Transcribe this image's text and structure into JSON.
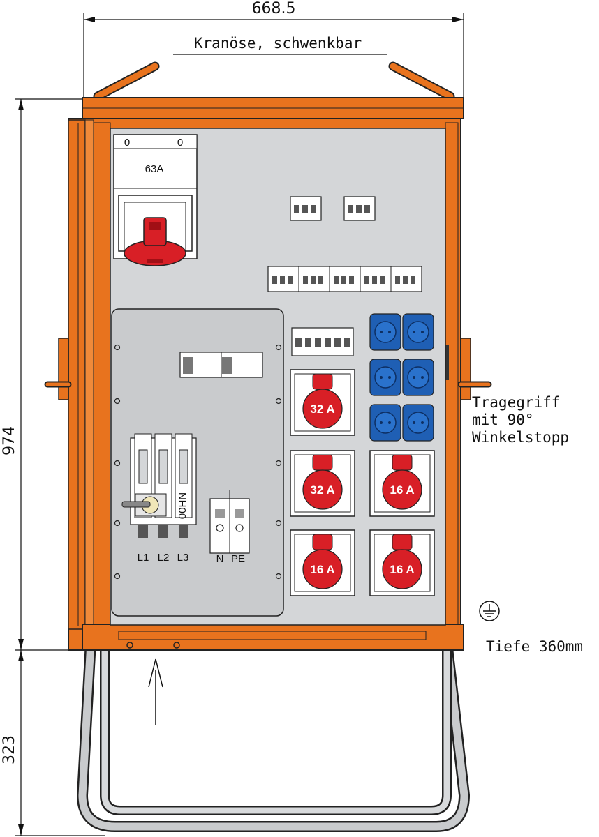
{
  "dimensions": {
    "width": "668.5",
    "height": "974",
    "stand_height": "323"
  },
  "annotations": {
    "crane_eye": "Kranöse, schwenkbar",
    "handle_line1": "Tragegriff",
    "handle_line2": "mit 90°",
    "handle_line3": "Winkelstopp",
    "depth": "Tiefe 360mm"
  },
  "main_switch": {
    "left_zero": "0",
    "right_zero": "0",
    "rating": "63A"
  },
  "fuse_block": {
    "type": "NH00",
    "phase_labels": [
      "L1",
      "L2",
      "L3"
    ],
    "neutral_label": "N",
    "pe_label": "PE"
  },
  "cee_sockets": [
    {
      "rating": "32 A"
    },
    {
      "rating": "32 A"
    },
    {
      "rating": "16 A"
    },
    {
      "rating": "16 A"
    },
    {
      "rating": "16 A"
    }
  ],
  "colors": {
    "housing": "#e8731e",
    "panel": "#d4d6d8",
    "cee_red": "#d81f26",
    "schuko_blue": "#1f5fb4",
    "stand": "#c9cbcd"
  },
  "icons": {
    "earth": "ground-symbol-icon",
    "arrow": "insert-direction-arrow-icon"
  }
}
